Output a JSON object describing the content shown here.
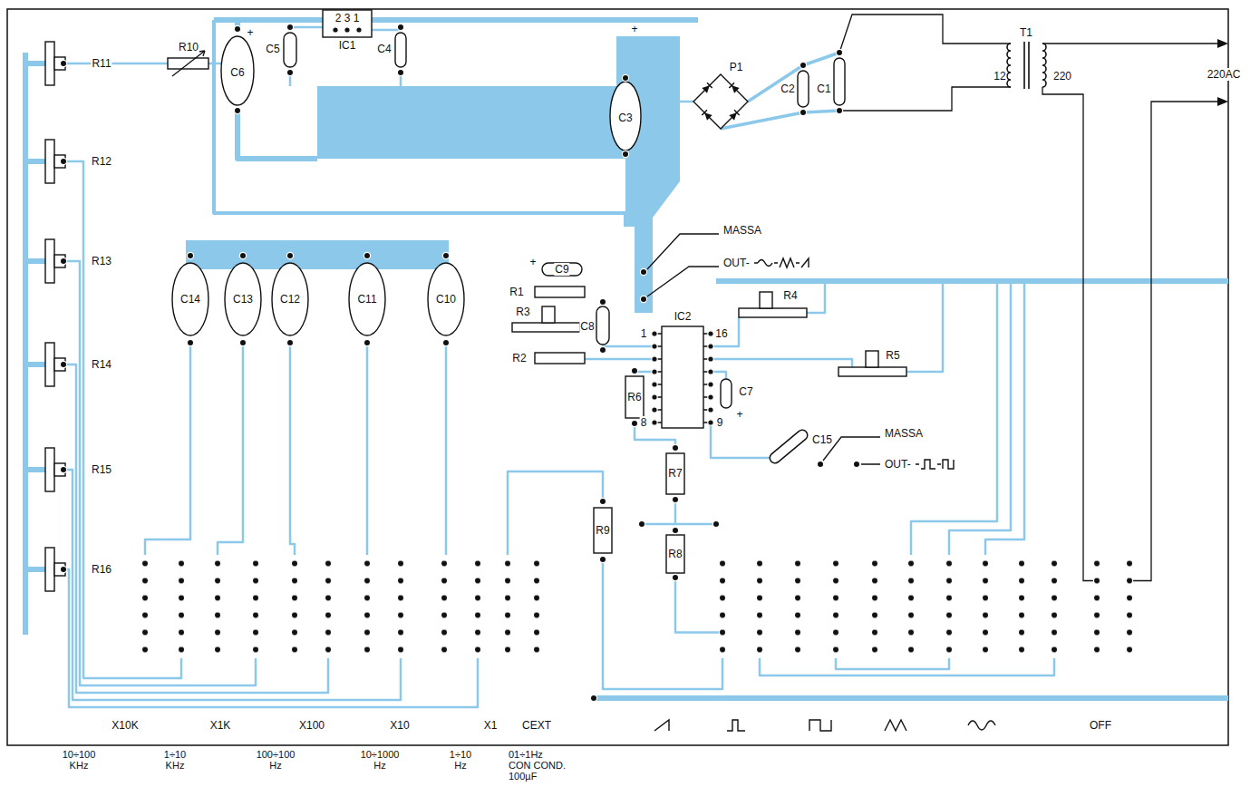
{
  "diagram": {
    "labels": [
      "R11",
      "R12",
      "R13",
      "R14",
      "R15",
      "R16",
      "R10",
      "+",
      "C6",
      "C5",
      "2 3 1",
      "IC1",
      "C4",
      "+",
      "C3",
      "P1",
      "C2",
      "C1",
      "T1",
      "12",
      "220",
      "220AC",
      "C14",
      "C13",
      "C12",
      "C11",
      "C10",
      "C9",
      "+",
      "R1",
      "R3",
      "C8",
      "R2",
      "MASSA",
      "OUT-",
      "IC2",
      "1",
      "16",
      "8",
      "9",
      "R4",
      "R5",
      "R6",
      "C7",
      "+",
      "C15",
      "MASSA",
      "OUT-",
      "R7",
      "R8",
      "R9",
      "X10K",
      "X1K",
      "X100",
      "X10",
      "X1",
      "CEXT",
      "OFF",
      "10÷100 KHz",
      "1÷10 KHz",
      "100÷100 Hz",
      "10÷1000 Hz",
      "1÷10 Hz",
      "01÷1Hz CON COND. 100µF"
    ]
  }
}
